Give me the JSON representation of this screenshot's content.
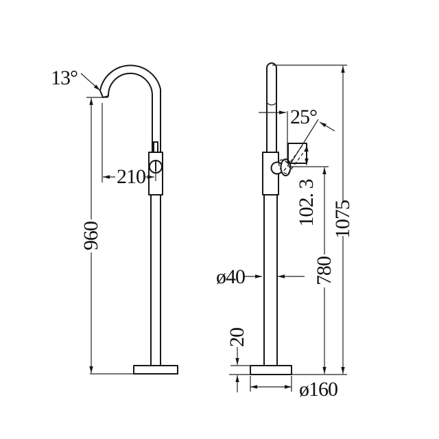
{
  "drawing": {
    "background": "#ffffff",
    "line_color": "#161616",
    "front_view": {
      "spout_angle": "13°",
      "spout_reach": "210",
      "spout_outlet_height": "960"
    },
    "side_view": {
      "handle_angle": "25°",
      "handle_travel": "102. 3",
      "overall_height": "1075",
      "handle_height": "780",
      "column_diameter": "ø40",
      "base_thickness": "20",
      "base_diameter": "ø160"
    }
  }
}
